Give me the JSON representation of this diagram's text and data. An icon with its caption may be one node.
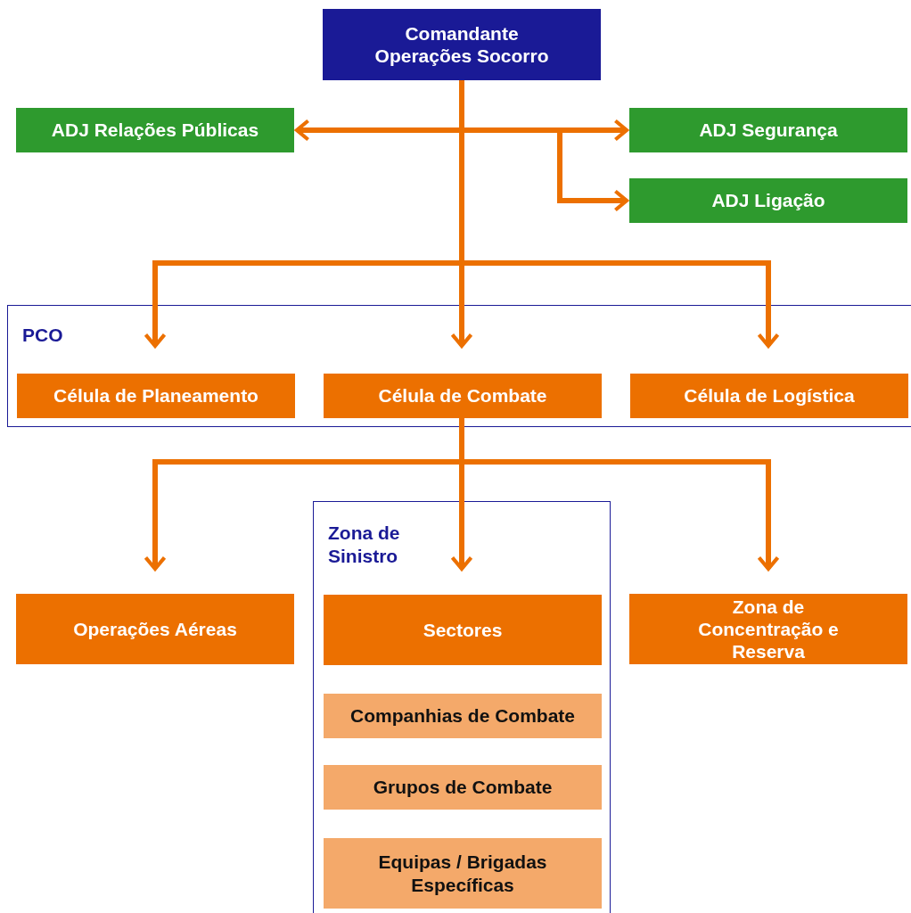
{
  "diagram": {
    "nodes": [
      {
        "text": [
          "Comandante Operações Socorro"
        ]
      },
      {
        "text": [
          "ADJ Relações Públicas"
        ]
      },
      {
        "text": [
          "ADJ Segurança"
        ]
      },
      {
        "text": [
          "ADJ Ligação"
        ]
      },
      {
        "text": [
          "PCO"
        ]
      },
      {
        "text": [
          "Célula de Planeamento"
        ],
        "in": 4
      },
      {
        "text": [
          "Célula de Combate"
        ],
        "in": 4
      },
      {
        "text": [
          "Célula de Logística"
        ],
        "in": 4
      },
      {
        "text": [
          "Operações Aéreas"
        ]
      },
      {
        "text": [
          "Zona de Sinistro"
        ]
      },
      {
        "text": [
          "Sectores"
        ],
        "in": 9
      },
      {
        "text": [
          "Companhias de Combate"
        ],
        "in": 9
      },
      {
        "text": [
          "Grupos de Combate"
        ],
        "in": 9
      },
      {
        "text": [
          "Equipas / Brigadas Específicas"
        ],
        "in": 9
      },
      {
        "text": [
          "Zona de Concentração e Reserva"
        ]
      }
    ],
    "edges": [
      {
        "from": 0,
        "to": 1,
        "arrow": "to"
      },
      {
        "from": 0,
        "to": 2,
        "arrow": "to"
      },
      {
        "from": 0,
        "to": 3,
        "arrow": "to"
      },
      {
        "from": 0,
        "to": 5,
        "arrow": "to"
      },
      {
        "from": 0,
        "to": 6,
        "arrow": "to"
      },
      {
        "from": 0,
        "to": 7,
        "arrow": "to"
      },
      {
        "from": 6,
        "to": 8,
        "arrow": "to"
      },
      {
        "from": 6,
        "to": 10,
        "arrow": "to"
      },
      {
        "from": 6,
        "to": 14,
        "arrow": "to"
      }
    ]
  }
}
